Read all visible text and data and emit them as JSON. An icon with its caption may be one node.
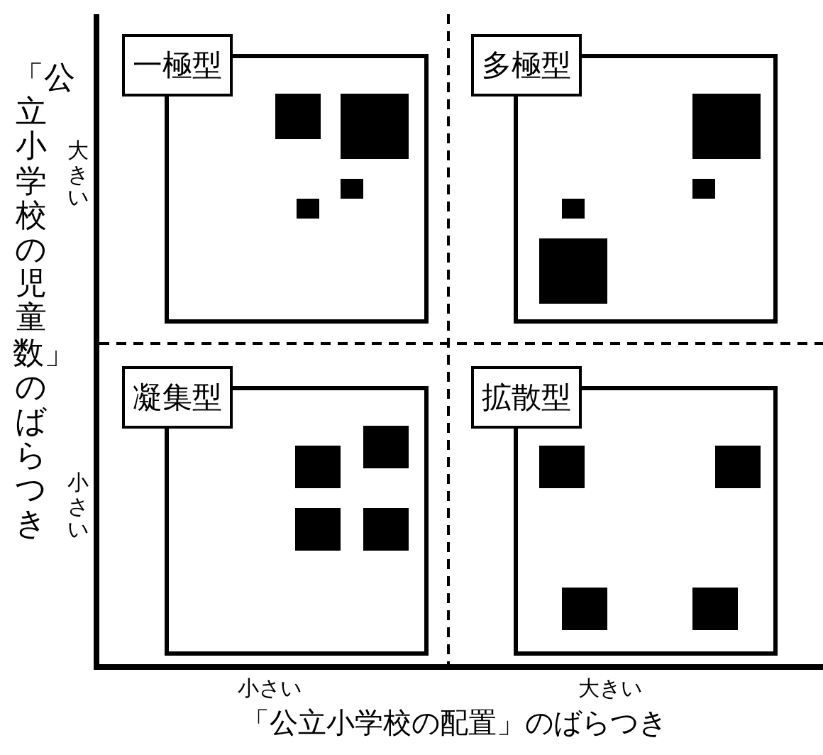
{
  "diagram": {
    "nodes": [
      {
        "text": [
          "一極型"
        ]
      },
      {
        "text": [
          "多極型"
        ]
      },
      {
        "text": [
          "凝集型"
        ]
      },
      {
        "text": [
          "拡散型"
        ]
      }
    ],
    "labels": [
      "「公立小学校の児童数」のばらつき",
      "大きい",
      "小さい",
      "小さい",
      "大きい",
      "「公立小学校の配置」のばらつき"
    ]
  }
}
